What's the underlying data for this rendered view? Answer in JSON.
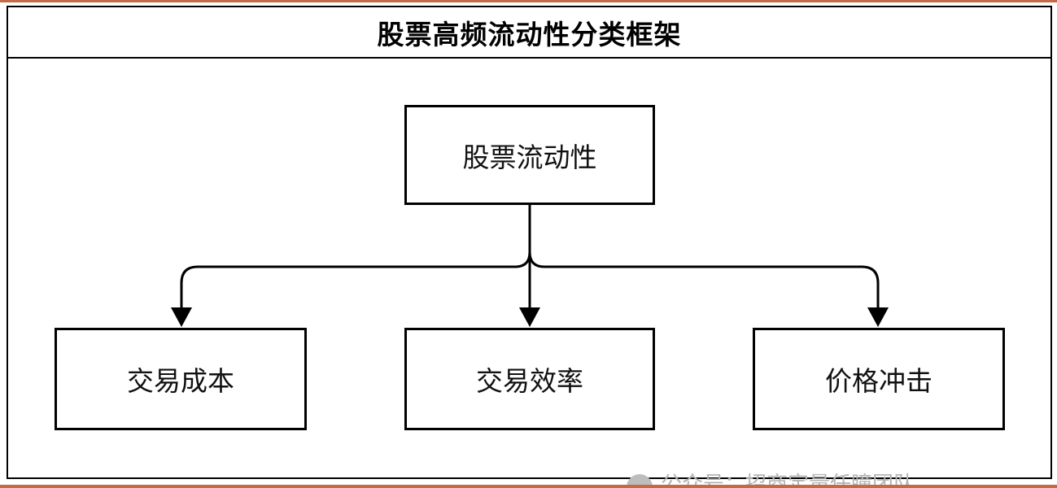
{
  "diagram": {
    "title": "股票高频流动性分类框架",
    "root": {
      "label": "股票流动性"
    },
    "children": [
      {
        "label": "交易成本"
      },
      {
        "label": "交易效率"
      },
      {
        "label": "价格冲击"
      }
    ]
  },
  "watermark": {
    "text": "公众号：招商定量任瞳团队"
  }
}
